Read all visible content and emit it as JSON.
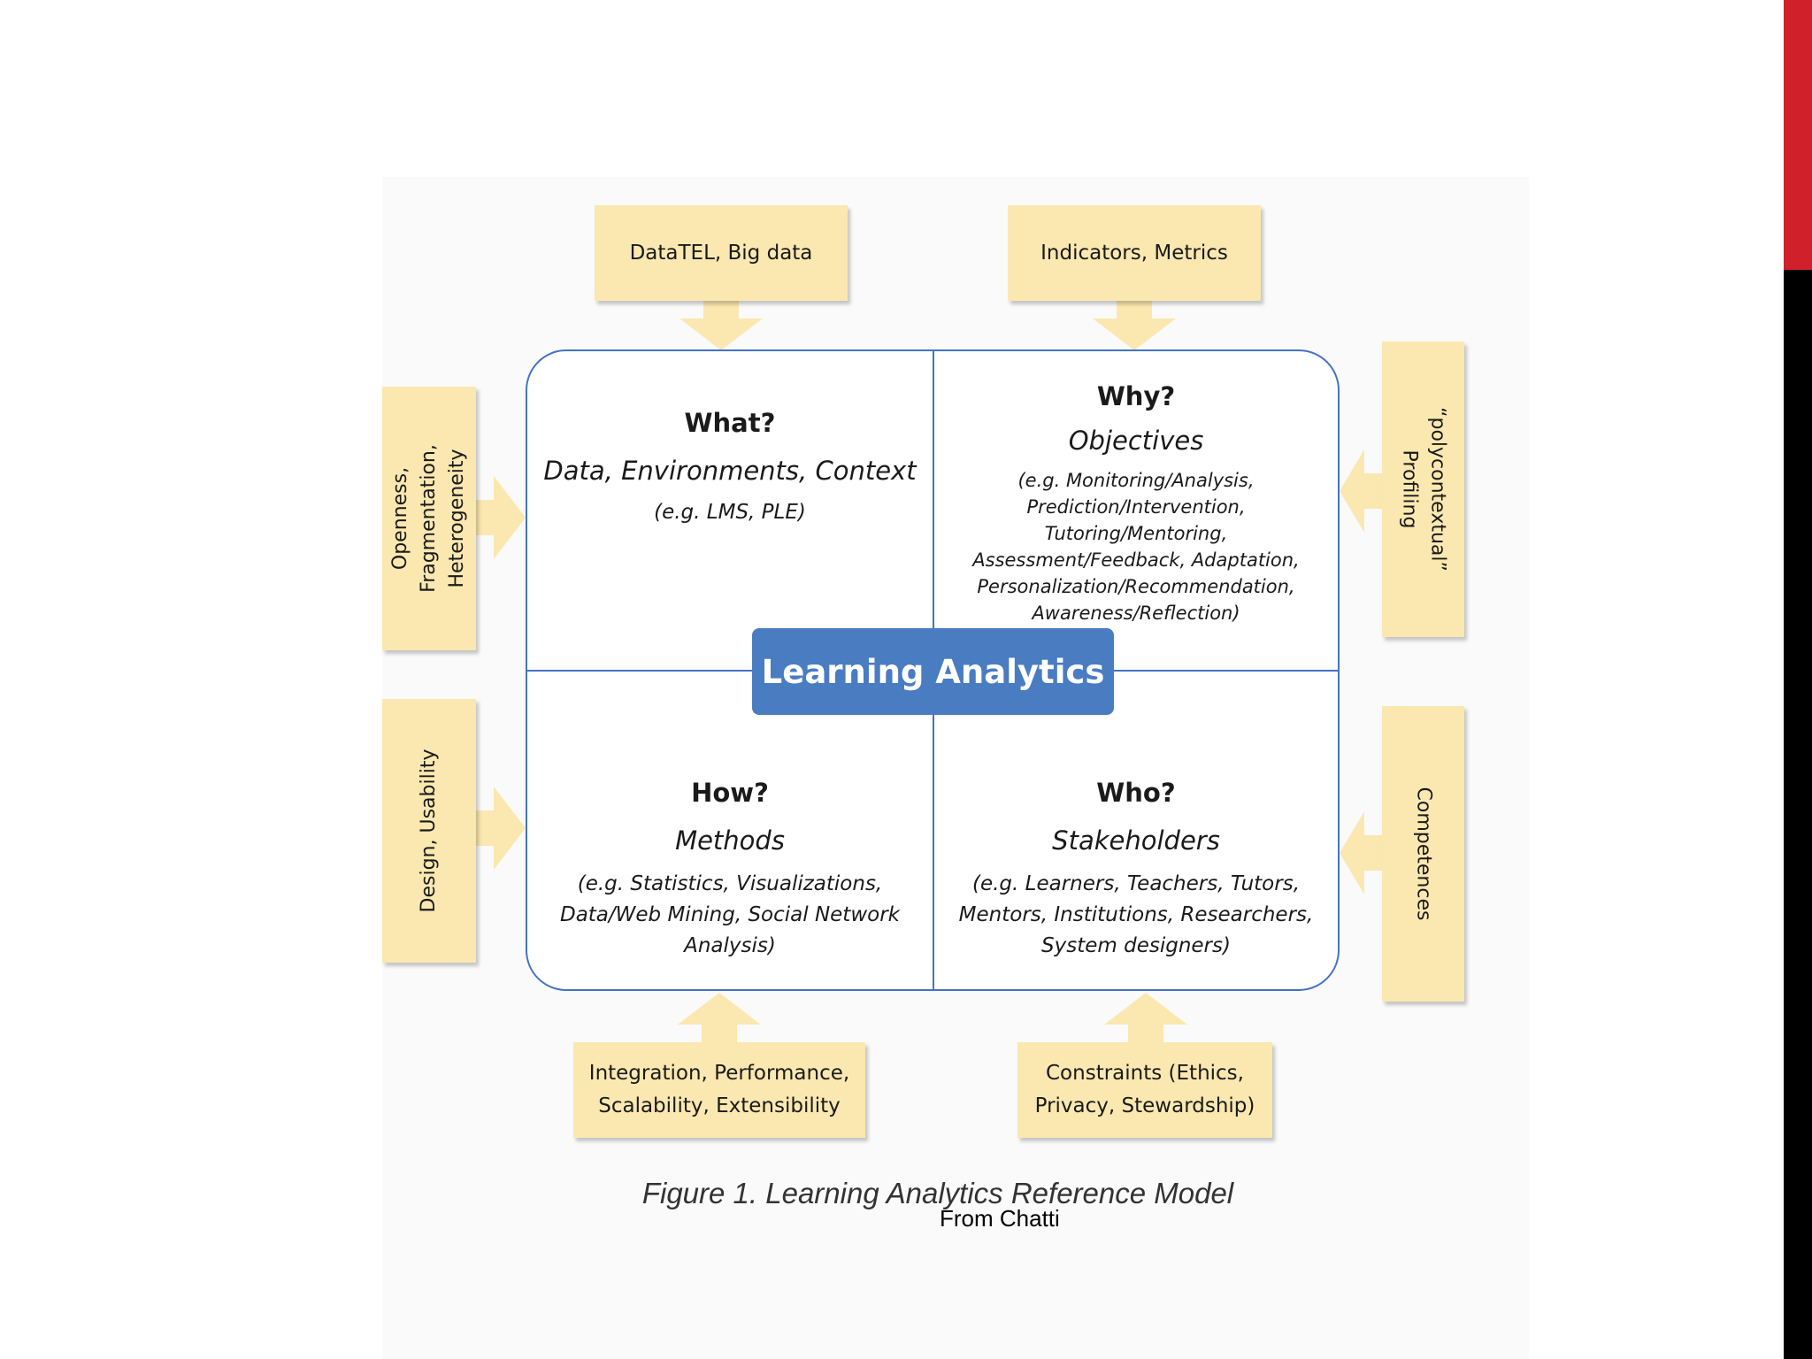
{
  "diagram": {
    "center_label": "Learning Analytics",
    "quadrants": {
      "what": {
        "heading": "What?",
        "subheading": "Data, Environments, Context",
        "examples": "(e.g. LMS, PLE)"
      },
      "why": {
        "heading": "Why?",
        "subheading": "Objectives",
        "examples": "(e.g. Monitoring/Analysis,\nPrediction/Intervention, Tutoring/Mentoring,\nAssessment/Feedback, Adaptation,\nPersonalization/Recommendation,\nAwareness/Reflection)"
      },
      "how": {
        "heading": "How?",
        "subheading": "Methods",
        "examples": "(e.g. Statistics, Visualizations,\nData/Web Mining, Social Network\nAnalysis)"
      },
      "who": {
        "heading": "Who?",
        "subheading": "Stakeholders",
        "examples": "(e.g. Learners, Teachers, Tutors,\nMentors, Institutions, Researchers,\nSystem designers)"
      }
    },
    "outer_boxes": {
      "top_left": "DataTEL, Big data",
      "top_right": "Indicators, Metrics",
      "left_top": "Openness,\nFragmentation,\nHeterogeneity",
      "left_bottom": "Design, Usability",
      "right_top": "“polycontextual”\nProfiling",
      "right_bottom": "Competences",
      "bottom_left": "Integration, Performance,\nScalability, Extensibility",
      "bottom_right": "Constraints (Ethics,\nPrivacy, Stewardship)"
    },
    "caption": "Figure 1. Learning Analytics Reference Model",
    "credit": "From Chatti"
  },
  "colors": {
    "box_fill": "#fae8b0",
    "frame_blue": "#4472c4",
    "center_fill": "#4a7cc2",
    "accent_red": "#d0202a",
    "side_bar": "#000000"
  }
}
